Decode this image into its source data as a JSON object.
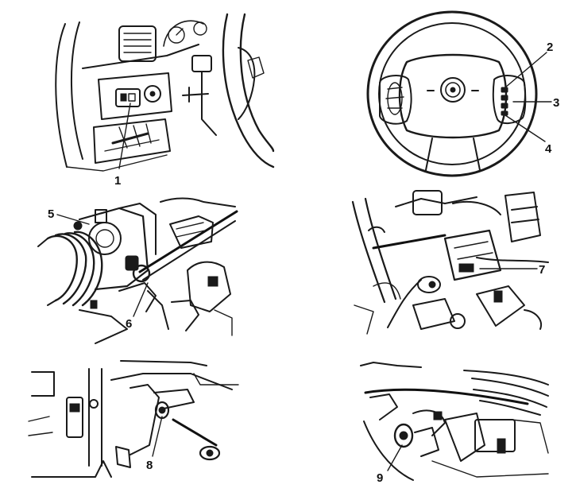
{
  "callouts": [
    {
      "id": "1",
      "text": "1"
    },
    {
      "id": "2",
      "text": "2"
    },
    {
      "id": "3",
      "text": "3"
    },
    {
      "id": "4",
      "text": "4"
    },
    {
      "id": "5",
      "text": "5"
    },
    {
      "id": "6",
      "text": "6"
    },
    {
      "id": "7",
      "text": "7"
    },
    {
      "id": "8",
      "text": "8"
    },
    {
      "id": "9",
      "text": "9"
    }
  ],
  "colors": {
    "ink": "#1a1a1a",
    "paper": "#ffffff"
  }
}
